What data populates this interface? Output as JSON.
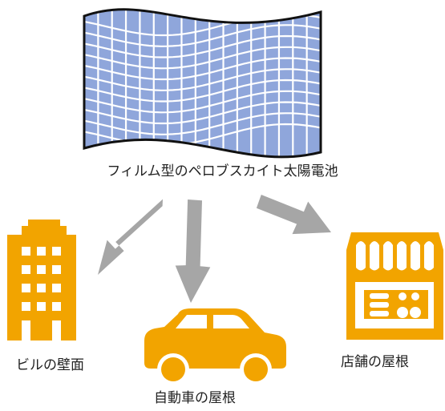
{
  "panel": {
    "title": "フィルム型のペロブスカイト太陽電池",
    "grid": {
      "rows": 12,
      "cols": 17
    }
  },
  "targets": [
    {
      "label": "ビルの壁面",
      "icon": "building-icon"
    },
    {
      "label": "自動車の屋根",
      "icon": "car-icon"
    },
    {
      "label": "店舗の屋根",
      "icon": "shop-icon"
    }
  ],
  "colors": {
    "panel_fill": "#8FA6DB",
    "panel_stroke": "#111111",
    "grid_line": "#ffffff",
    "icon": "#F2A400",
    "arrow": "#A6A6A6",
    "text": "#222222"
  }
}
